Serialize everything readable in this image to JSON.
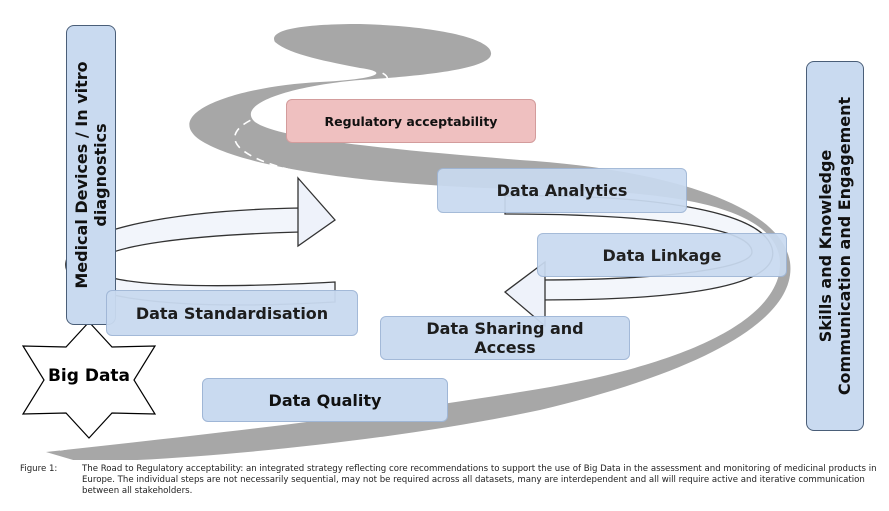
{
  "diagram": {
    "regulatory": "Regulatory acceptability",
    "analytics": "Data Analytics",
    "linkage": "Data Linkage",
    "standardisation": "Data Standardisation",
    "sharing_line1": "Data Sharing and",
    "sharing_line2": "Access",
    "quality": "Data Quality",
    "big_data": "Big Data",
    "left_panel_line1": "Medical Devices / In vitro",
    "left_panel_line2": "diagnostics",
    "right_panel_line1": "Skills and Knowledge",
    "right_panel_line2": "Communication and Engagement"
  },
  "caption": {
    "label": "Figure 1:",
    "text": "The Road to Regulatory acceptability: an integrated strategy reflecting core recommendations to support the use of Big Data in the assessment and monitoring of medicinal products in Europe. The individual steps are not necessarily sequential, may not be required across all datasets, many are interdependent and all will require active and iterative communication between all stakeholders."
  },
  "colors": {
    "road": "#a7a7a7",
    "box_blue": "#c9daf0",
    "box_pink": "#efc0c0"
  }
}
